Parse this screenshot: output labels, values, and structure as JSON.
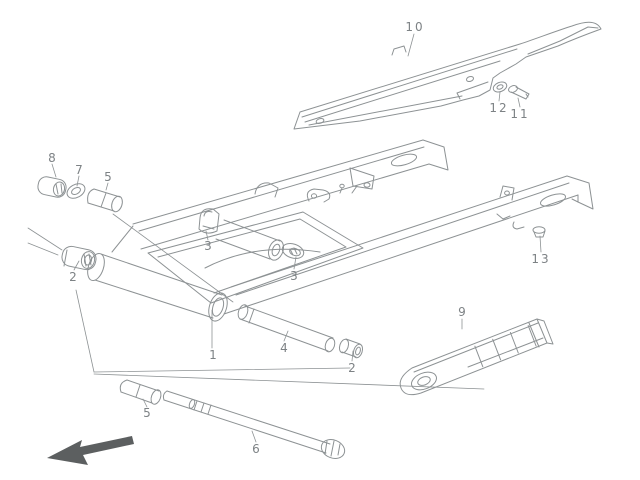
{
  "diagram": {
    "background_color": "#ffffff",
    "line_color": "#8d9294",
    "label_color": "#7d8285",
    "arrow_color": "#5c5f60",
    "labels": {
      "part_1": "1",
      "part_2_left": "2",
      "part_2_right": "2",
      "part_3_left": "3",
      "part_3_right": "3",
      "part_4": "4",
      "part_5_upper": "5",
      "part_5_lower": "5",
      "part_6": "6",
      "part_7": "7",
      "part_8": "8",
      "part_9": "9",
      "part_10": "10",
      "part_11": "11",
      "part_12": "12",
      "part_13": "13"
    }
  }
}
